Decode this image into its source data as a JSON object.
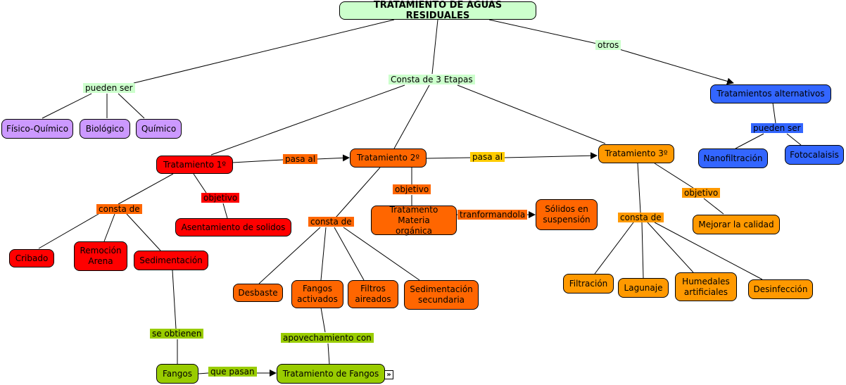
{
  "title": "TRATAMIENTO DE AGUAS RESIDUALES",
  "nodes": {
    "fisico": "Físico-Químico",
    "biologico": "Biológico",
    "quimico": "Químico",
    "trat1": "Tratamiento 1º",
    "trat2": "Tratamiento 2º",
    "trat3": "Tratamiento 3º",
    "asentamiento": "Asentamiento de solidos",
    "cribado": "Cribado",
    "remocion": "Remoción Arena",
    "sedimentacion": "Sedimentación",
    "fangos": "Fangos",
    "trat_fangos": "Tratamiento de Fangos",
    "materia": "Tratamento Materia orgánica",
    "solidos": "Sólidos en suspensión",
    "desbaste": "Desbaste",
    "fangos_act": "Fangos activados",
    "filtros": "Filtros aireados",
    "sed_sec": "Sedimentación secundaria",
    "mejorar": "Mejorar la calidad",
    "filtracion": "Filtración",
    "lagunaje": "Lagunaje",
    "humedales": "Humedales artificiales",
    "desinfeccion": "Desinfección",
    "alternativos": "Tratamientos alternativos",
    "nanofiltracion": "Nanofiltración",
    "fotocalaisis": "Fotocalaisis"
  },
  "labels": {
    "pueden_ser_1": "pueden ser",
    "consta_3": "Consta de 3 Etapas",
    "otros": "otros",
    "pueden_ser_2": "pueden ser",
    "pasa_al_1": "pasa al",
    "pasa_al_2": "pasa al",
    "objetivo_1": "objetivo",
    "objetivo_2": "objetivo",
    "objetivo_3": "objetivo",
    "consta_de_1": "consta de",
    "consta_de_2": "consta de",
    "consta_de_3": "consta de",
    "tranformandola": "tranformandola",
    "se_obtienen": "se obtienen",
    "que_pasan": "que pasan",
    "apovechamiento": "apovechamiento con"
  },
  "expand_icon": "»",
  "colors": {
    "title": "#ccffcc",
    "purple": "#cc99ff",
    "red": "#ff0000",
    "dark_orange": "#ff6600",
    "light_orange": "#ff9900",
    "blue": "#3366ff",
    "green": "#99cc00",
    "yellow": "#ffcc00"
  }
}
